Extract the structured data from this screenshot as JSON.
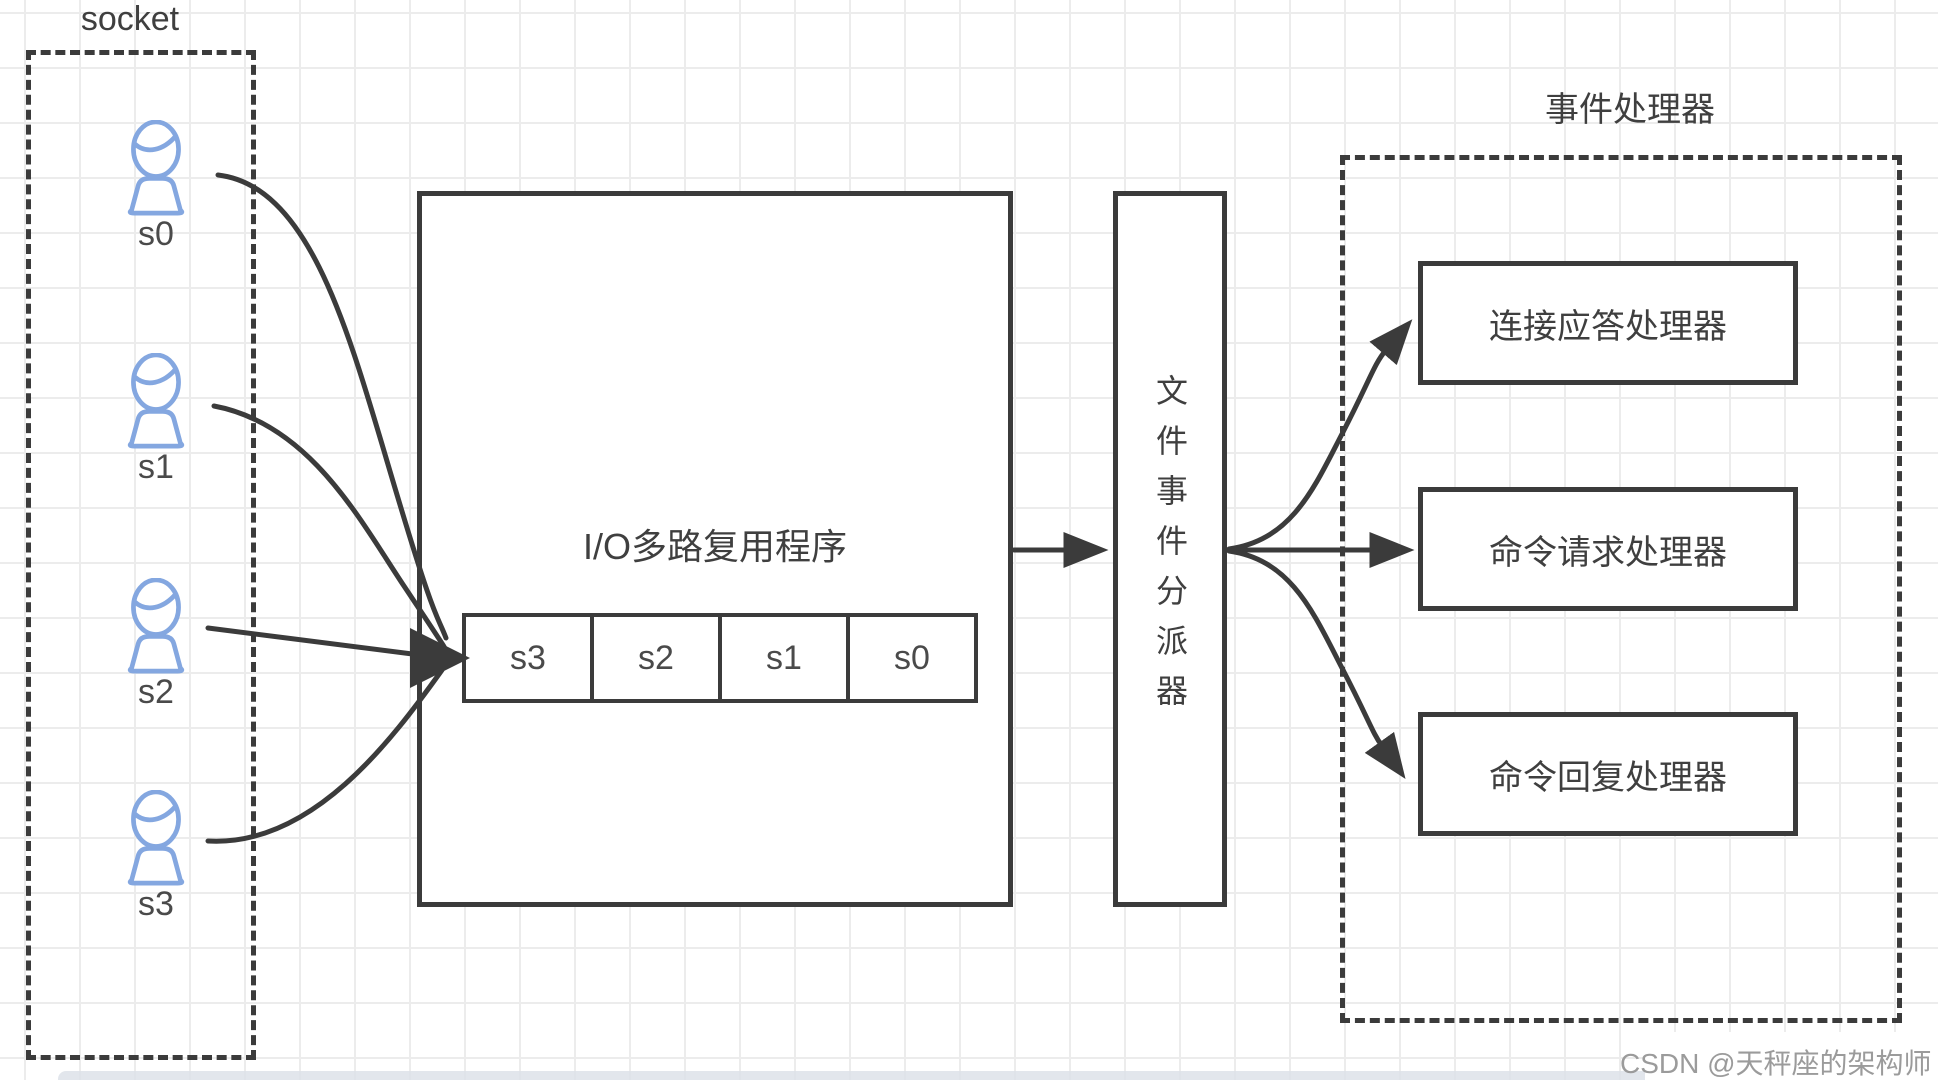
{
  "diagram": {
    "socket_group": {
      "label": "socket",
      "users": [
        {
          "label": "s0"
        },
        {
          "label": "s1"
        },
        {
          "label": "s2"
        },
        {
          "label": "s3"
        }
      ]
    },
    "multiplexer": {
      "title": "I/O多路复用程序",
      "cells": [
        "s3",
        "s2",
        "s1",
        "s0"
      ]
    },
    "dispatcher": {
      "label": "文件事件分派器"
    },
    "handlers_group": {
      "label": "事件处理器",
      "handlers": [
        {
          "label": "连接应答处理器"
        },
        {
          "label": "命令请求处理器"
        },
        {
          "label": "命令回复处理器"
        }
      ]
    },
    "watermark": "CSDN @天秤座的架构师",
    "colors": {
      "line": "#3b3b3b",
      "text": "#3f3f3f",
      "user_icon": "#84a7e0",
      "watermark": "#9b9b9b",
      "grid": "#ececec",
      "box_fill": "#ffffff",
      "bottom_bar": "#dde2e9"
    }
  }
}
